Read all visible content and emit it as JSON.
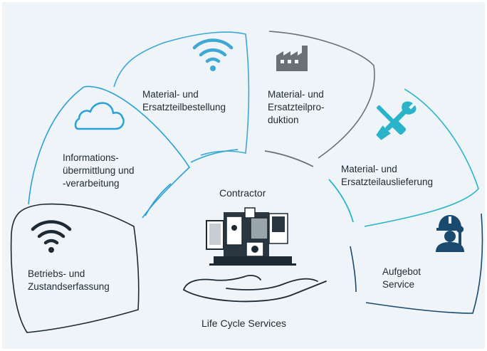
{
  "center": {
    "title": "Contractor",
    "caption": "Life Cycle Services"
  },
  "segments": [
    {
      "id": "betrieb",
      "lines": [
        "Betriebs- und",
        "Zustandserfassung"
      ],
      "icon": "wifi-icon",
      "color": "#1d2a33"
    },
    {
      "id": "information",
      "lines": [
        "Informations-",
        "übermittlung und",
        "-verarbeitung"
      ],
      "icon": "cloud-icon",
      "color": "#2aa0d8"
    },
    {
      "id": "bestellung",
      "lines": [
        "Material- und",
        "Ersatzteilbestellung"
      ],
      "icon": "wifi-icon",
      "color": "#3ea7d6"
    },
    {
      "id": "produktion",
      "lines": [
        "Material- und",
        "Ersatzteilpro-",
        "duktion"
      ],
      "icon": "factory-icon",
      "color": "#6a7075"
    },
    {
      "id": "auslieferung",
      "lines": [
        "Material- und",
        "Ersatzteilauslieferung"
      ],
      "icon": "wrench-screwdriver-icon",
      "color": "#2ab4c9"
    },
    {
      "id": "aufgebot",
      "lines": [
        "Aufgebot",
        "Service"
      ],
      "icon": "service-technician-icon",
      "color": "#1a4a6e"
    }
  ],
  "colors": {
    "background": "#eef4f7",
    "dark": "#1d2a33",
    "blue": "#2aa0d8",
    "teal": "#2ab4c9",
    "grey": "#6a7075",
    "navy": "#1a4a6e"
  }
}
